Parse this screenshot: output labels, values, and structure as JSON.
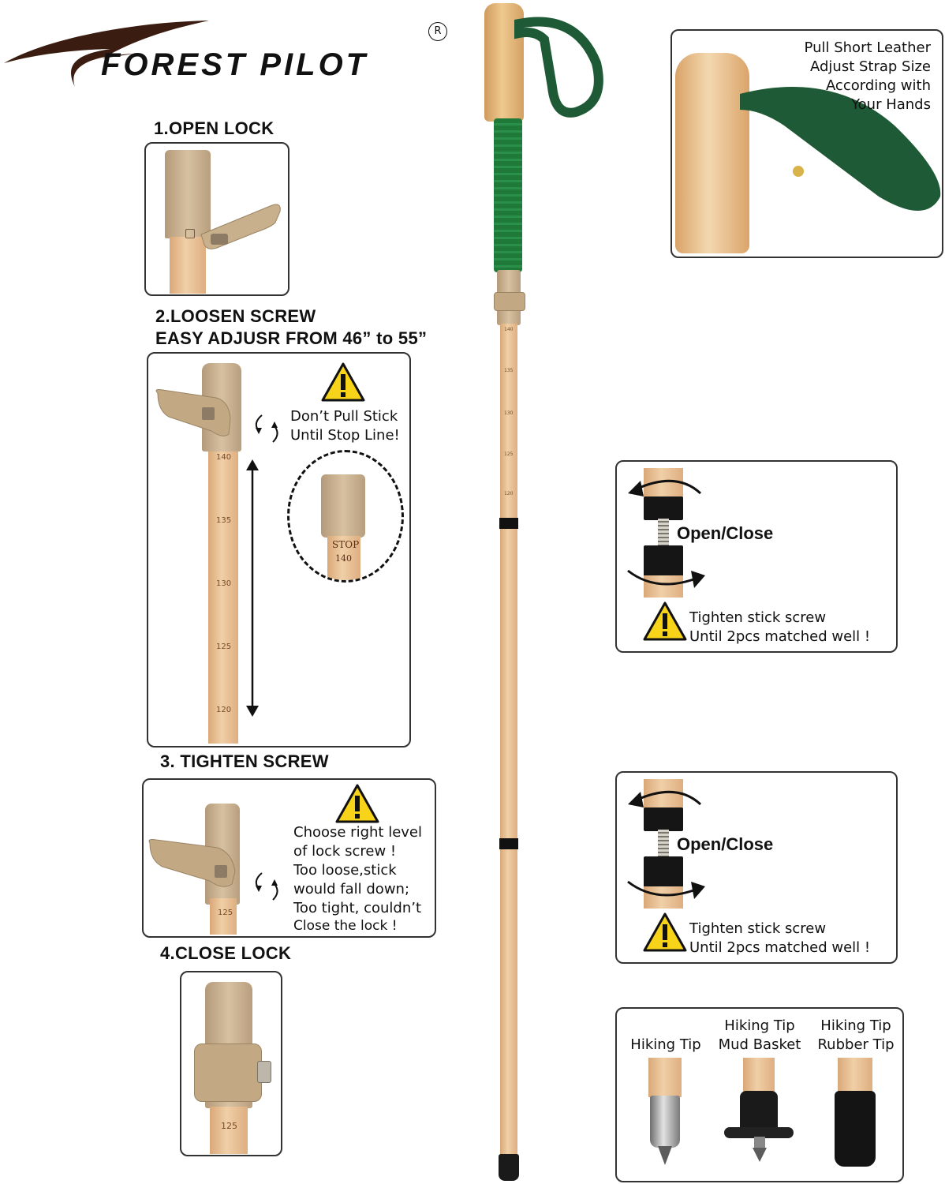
{
  "brand": {
    "name": "FOREST PILOT",
    "registered_mark": "R"
  },
  "steps": {
    "step1": "1.OPEN LOCK",
    "step2_line1": "2.LOOSEN SCREW",
    "step2_line2": "EASY ADJUSR FROM 46” to 55”",
    "step3": "3. TIGHTEN SCREW",
    "step4": "4.CLOSE LOCK"
  },
  "step2_panel": {
    "warning_line1": "Don’t Pull Stick",
    "warning_line2": "Until Stop Line!",
    "scale_marks": [
      "140",
      "135",
      "130",
      "125",
      "120"
    ],
    "stop_label": "STOP",
    "stop_mark": "140"
  },
  "step3_panel": {
    "warning_lines": [
      "Choose right level",
      "of lock screw !",
      "Too loose,stick",
      "would fall down;",
      "Too tight, couldn’t",
      "Close the lock !"
    ],
    "scale_mark": "125"
  },
  "step4_panel": {
    "scale_mark": "125"
  },
  "strap_panel": {
    "lines": [
      "Pull Short Leather",
      "Adjust Strap Size",
      "According with",
      "Your Hands"
    ]
  },
  "screw_panels": [
    {
      "label": "Open/Close",
      "note_line1": "Tighten stick screw",
      "note_line2": "Until 2pcs matched well !"
    },
    {
      "label": "Open/Close",
      "note_line1": "Tighten stick screw",
      "note_line2": "Until 2pcs matched well !"
    }
  ],
  "tips_panel": {
    "tips": [
      {
        "line1": "",
        "line2": "Hiking Tip"
      },
      {
        "line1": "Hiking Tip",
        "line2": "Mud Basket"
      },
      {
        "line1": "Hiking Tip",
        "line2": "Rubber Tip"
      }
    ]
  },
  "pole_marks": [
    "140",
    "135",
    "130",
    "125",
    "120"
  ],
  "colors": {
    "wood": "#e8c49a",
    "grip_green": "#1f7a3a",
    "strap_green": "#1d5a35",
    "lock_tan": "#c8b08f",
    "warning_yellow": "#f7d31a"
  }
}
